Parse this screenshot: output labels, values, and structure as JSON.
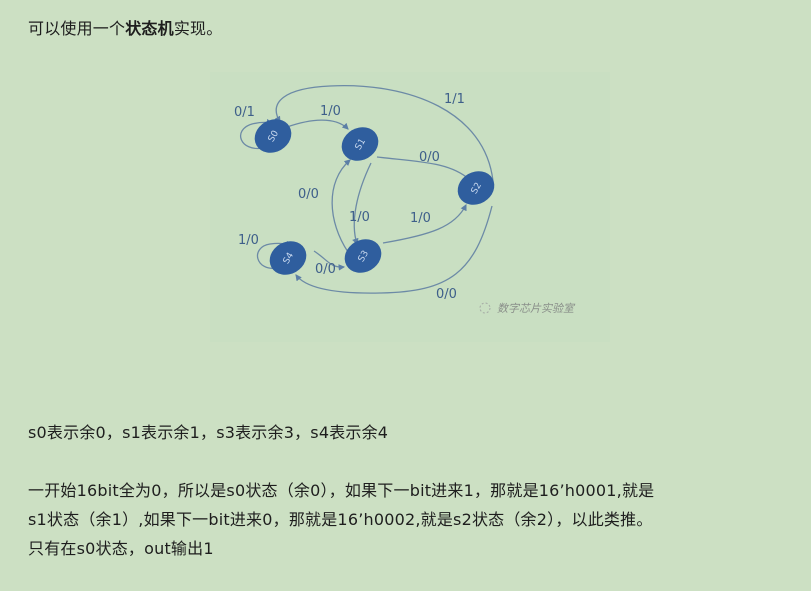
{
  "intro": {
    "prefix": "可以使用一个",
    "bold": "状态机",
    "suffix": "实现。"
  },
  "diagram": {
    "node_color": "#2f5e9e",
    "edge_color": "#6c8aa6",
    "label_color": "#3e5f8a",
    "states": [
      {
        "id": "s0",
        "label": "S0"
      },
      {
        "id": "s1",
        "label": "S1"
      },
      {
        "id": "s2",
        "label": "S2"
      },
      {
        "id": "s3",
        "label": "S3"
      },
      {
        "id": "s4",
        "label": "S4"
      }
    ],
    "transitions": [
      {
        "from": "s0",
        "to": "s0",
        "label": "0/1"
      },
      {
        "from": "s0",
        "to": "s1",
        "label": "1/0"
      },
      {
        "from": "s2",
        "to": "s0",
        "label": "1/1"
      },
      {
        "from": "s1",
        "to": "s2",
        "label": "0/0"
      },
      {
        "from": "s3",
        "to": "s1",
        "label": "0/0"
      },
      {
        "from": "s1",
        "to": "s3",
        "label": "1/0"
      },
      {
        "from": "s3",
        "to": "s2",
        "label": "1/0"
      },
      {
        "from": "s4",
        "to": "s4",
        "label": "1/0"
      },
      {
        "from": "s4",
        "to": "s3",
        "label": "0/0"
      },
      {
        "from": "s2",
        "to": "s4",
        "label": "0/0"
      }
    ],
    "watermark": "数字芯片实验室"
  },
  "legend_line": "s0表示余0，s1表示余1，s3表示余3，s4表示余4",
  "explanation": {
    "line1": "一开始16bit全为0，所以是s0状态（余0），如果下一bit进来1，那就是16’h0001,就是",
    "line2": "s1状态（余1）,如果下一bit进来0，那就是16’h0002,就是s2状态（余2），以此类推。",
    "line3": "只有在s0状态，out输出1"
  }
}
